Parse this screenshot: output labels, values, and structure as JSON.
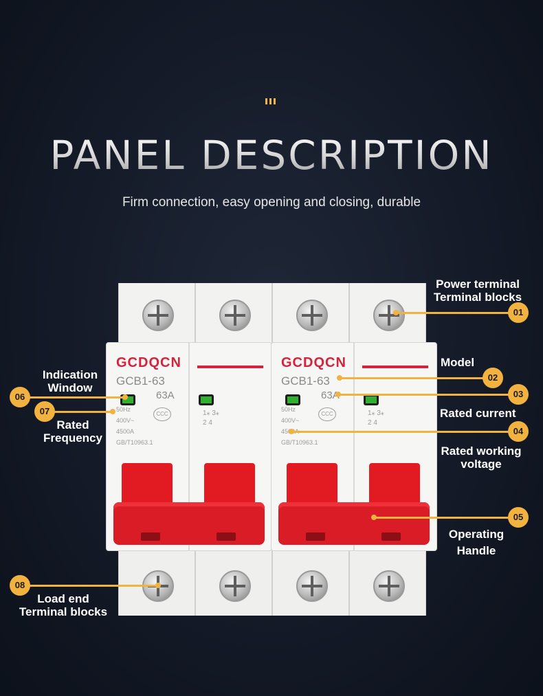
{
  "header": {
    "title": "PANEL DESCRIPTION",
    "subtitle": "Firm connection, easy opening and closing, durable"
  },
  "breaker": {
    "brand": "GCDQCN",
    "model": "GCB1-63",
    "rating": "63A",
    "spec_frequency": "50Hz",
    "spec_voltage": "400V~",
    "spec_capacity": "4500A",
    "spec_standard": "GB/T10963.1",
    "ccc_mark": "CCC",
    "circuit_top": "1⁎ 3⁎",
    "circuit_bottom": "2  4"
  },
  "callouts": {
    "c01": {
      "number": "01",
      "line1": "Power terminal",
      "line2": "Terminal blocks"
    },
    "c02": {
      "number": "02",
      "line1": "Model"
    },
    "c03": {
      "number": "03",
      "line1": "Rated current"
    },
    "c04": {
      "number": "04",
      "line1": "Rated working",
      "line2": "voltage"
    },
    "c05": {
      "number": "05",
      "line1": "Operating",
      "line2": "Handle"
    },
    "c06": {
      "number": "06",
      "line1": "Indication",
      "line2": "Window"
    },
    "c07": {
      "number": "07",
      "line1": "Rated",
      "line2": "Frequency"
    },
    "c08": {
      "number": "08",
      "line1": "Load end",
      "line2": "Terminal blocks"
    }
  },
  "colors": {
    "accent": "#f2b240",
    "brand_red": "#d5233d",
    "handle_red": "#e21b23",
    "background": "#141a27"
  }
}
